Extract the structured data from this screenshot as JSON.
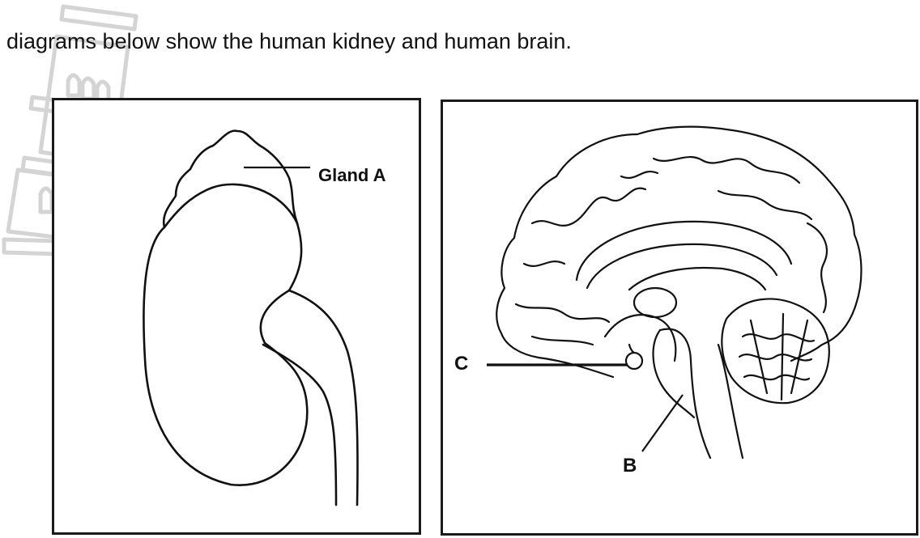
{
  "caption": "diagrams below show the human kidney and human brain.",
  "kidney": {
    "label_gland": "Gland A"
  },
  "brain": {
    "label_c": "C",
    "label_b": "B"
  },
  "colors": {
    "ink": "#111111",
    "border": "#1a1a1a",
    "watermark": "#d4d4d4"
  },
  "icons": [
    "tower-watermark-icon"
  ]
}
